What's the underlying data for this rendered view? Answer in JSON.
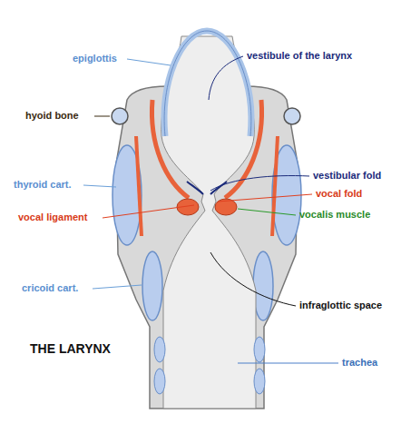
{
  "diagram": {
    "title": "THE LARYNX",
    "labels": [
      "epiglottis",
      "vestibule of the larynx",
      "hyoid bone",
      "thyroid cart.",
      "vestibular fold",
      "vocal fold",
      "vocal ligament",
      "vocalis muscle",
      "cricoid cart.",
      "infraglottic space",
      "trachea"
    ]
  }
}
